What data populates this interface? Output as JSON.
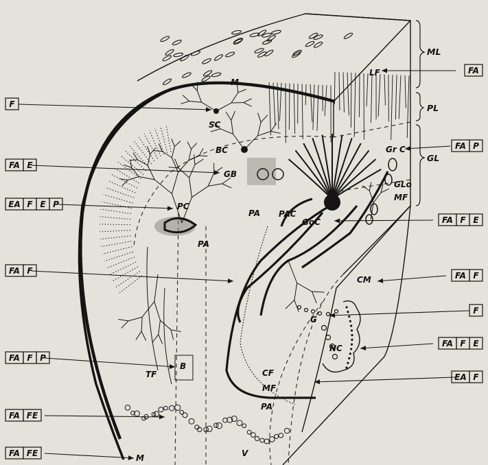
{
  "figure": {
    "layer_labels": {
      "ml": "ML",
      "pl": "PL",
      "gl": "GL"
    },
    "structure_labels": {
      "m_top": "M",
      "lf": "LF",
      "sc": "SC",
      "bc": "BC",
      "gb": "GB",
      "grc": "Gr C",
      "glo": "GLo",
      "mf_right": "MF",
      "pc": "PC",
      "pa_upper": "PA",
      "pac": "PAC",
      "goc": "GoC",
      "pa_mid": "PA",
      "cm": "CM",
      "g": "G",
      "nc": "NC",
      "b": "B",
      "tf": "TF",
      "cf": "CF",
      "mf_lower": "MF",
      "pa_lower": "PA",
      "v": "V",
      "m_bottom": "M"
    },
    "left_boxes": [
      [
        "F"
      ],
      [
        "FA",
        "E"
      ],
      [
        "EA",
        "F",
        "E",
        "P"
      ],
      [
        "FA",
        "F"
      ],
      [
        "FA",
        "F",
        "P"
      ],
      [
        "FA",
        "FE"
      ],
      [
        "FA",
        "FE"
      ]
    ],
    "right_boxes": [
      [
        "FA"
      ],
      [
        "FA",
        "P"
      ],
      [
        "FA",
        "F",
        "E"
      ],
      [
        "FA",
        "F"
      ],
      [
        "F"
      ],
      [
        "FA",
        "F",
        "E"
      ],
      [
        "EA",
        "F"
      ]
    ]
  },
  "colors": {
    "paper": "#e4e2da",
    "ink": "#141414"
  }
}
